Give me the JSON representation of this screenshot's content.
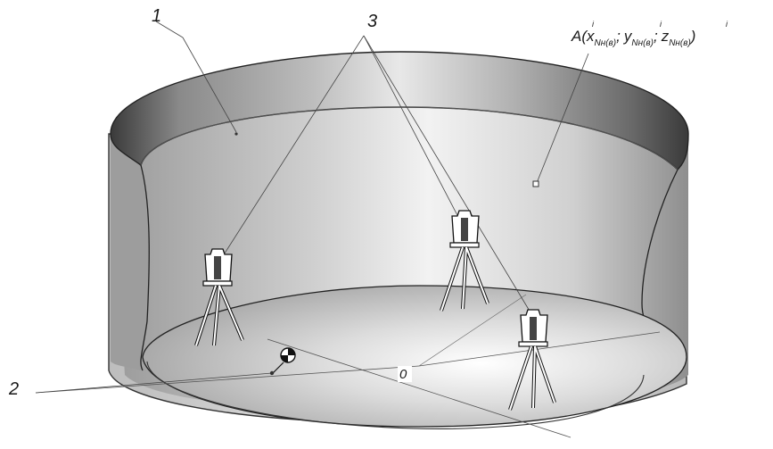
{
  "labels": {
    "tank": "1",
    "target": "2",
    "scanners": "3",
    "origin": "0"
  },
  "point_label": {
    "prefix": "A(",
    "x_var": "x",
    "y_var": "y",
    "z_var": "z",
    "subscript": "Nн(в)",
    "superscript": "i",
    "separator": ";",
    "suffix": ")"
  }
}
